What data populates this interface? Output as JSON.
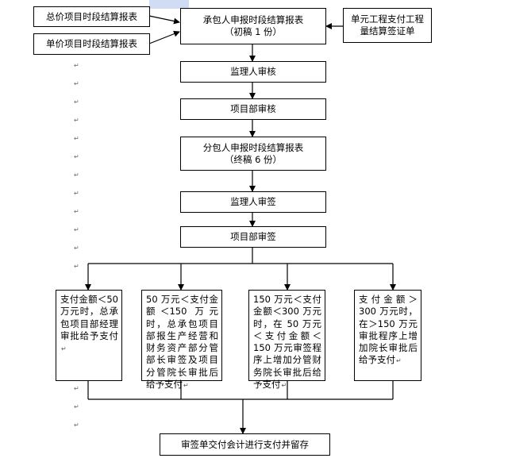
{
  "boxes": {
    "total_price": "总价项目时段结算报表",
    "unit_price": "单价项目时段结算报表",
    "contractor_report_line1": "承包人申报时段结算报表",
    "contractor_report_line2": "（初稿 1 份）",
    "unit_eng_line1": "单元工程支付工程",
    "unit_eng_line2": "量结算签证单",
    "supervisor_review": "监理人审核",
    "project_dept_review": "项目部审核",
    "subcontractor_line1": "分包人申报时段结算报表",
    "subcontractor_line2": "（终稿 6 份）",
    "supervisor_sign": "监理人审签",
    "project_dept_sign": "项目部审签",
    "branch1": "支付金额＜50 万元时，总承包项目部经理审批给予支付",
    "branch2": "50 万元＜支付金额＜150 万元时，总承包项目部报生产经营和财务资产部分管部长审签及项目分管院长审批后给予支付",
    "branch3": "150 万元＜支付金额＜300 万元时，在 50 万元＜支付金额＜150 万元审签程序上增加分管财务院长审批后给予支付",
    "branch4": "支付金额＞300 万元时，在＞150 万元审批程序上增加院长审批后给予支付",
    "final": "审签单交付会计进行支付并留存"
  },
  "paragraph_mark": "↵"
}
